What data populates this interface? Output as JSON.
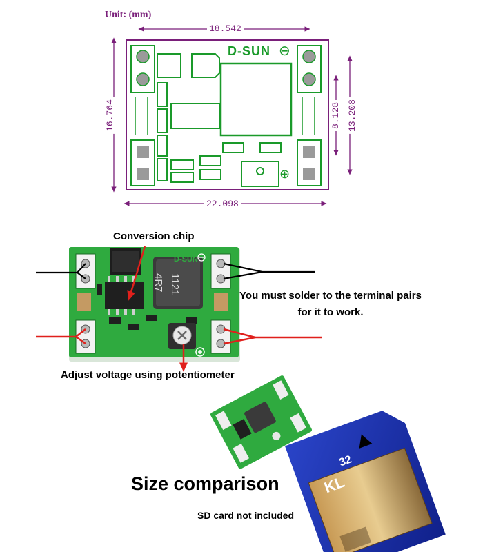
{
  "drawing": {
    "unit": "Unit: (mm)",
    "dim_top": "18.542",
    "dim_bottom": "22.098",
    "dim_left": "16.764",
    "dim_right_inner": "8.128",
    "dim_right_outer": "13.208",
    "brand": "D-SUN",
    "minus_symbol": "⊖",
    "plus_symbol": "⊕"
  },
  "photo": {
    "chip_label": "Conversion chip",
    "solder_note": "You must solder to the terminal pairs for it to work.",
    "pot_label": "Adjust voltage using potentiometer",
    "inductor_text_1": "4R7",
    "inductor_text_2": "1121",
    "brand": "D-SUN"
  },
  "comparison": {
    "title": "Size comparison",
    "note": "SD card not included",
    "sd_capacity": "32",
    "sd_brand": "KL"
  },
  "colors": {
    "silkscreen": "#7a1f7a",
    "pcb_green": "#2faa3f",
    "wire_red": "#e0201c",
    "wire_black": "#000000",
    "sd_blue": "#1a2fa8"
  }
}
